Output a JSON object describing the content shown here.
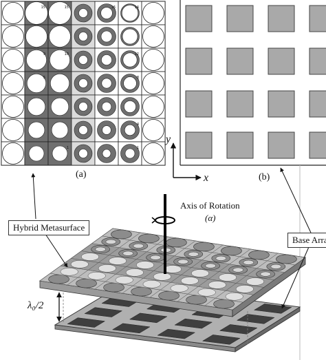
{
  "panel_a": {
    "caption": "(a)",
    "cell_numbers": [
      {
        "row": 0,
        "col": 1,
        "text": "15"
      },
      {
        "row": 0,
        "col": 2,
        "text": "15"
      },
      {
        "row": 0,
        "col": 4,
        "text": "16"
      },
      {
        "row": 0,
        "col": 5,
        "text": "14"
      },
      {
        "row": 2,
        "col": 1,
        "text": "9"
      },
      {
        "row": 2,
        "col": 2,
        "text": "10"
      },
      {
        "row": 2,
        "col": 5,
        "text": "12"
      },
      {
        "row": 3,
        "col": 1,
        "text": "5"
      },
      {
        "row": 3,
        "col": 5,
        "text": "8"
      },
      {
        "row": 5,
        "col": 5,
        "text": "4"
      },
      {
        "row": 6,
        "col": 2,
        "text": "1"
      },
      {
        "row": 6,
        "col": 5,
        "text": "1"
      }
    ]
  },
  "panel_b": {
    "caption": "(b)"
  },
  "axes": {
    "x_label": "x",
    "y_label": "y"
  },
  "labels": {
    "axis_of_rotation": "Axis of Rotation",
    "rotation_symbol": "(α)",
    "hybrid_metasurface": "Hybrid Metasurface",
    "base_array": "Base Arra",
    "spacing_label": "λ₀/2"
  },
  "colors": {
    "dark_fill": "#6f6f6f",
    "light_fill": "#a9a9a9",
    "grid_line": "#222222",
    "panel_bg": "#ffffff"
  }
}
